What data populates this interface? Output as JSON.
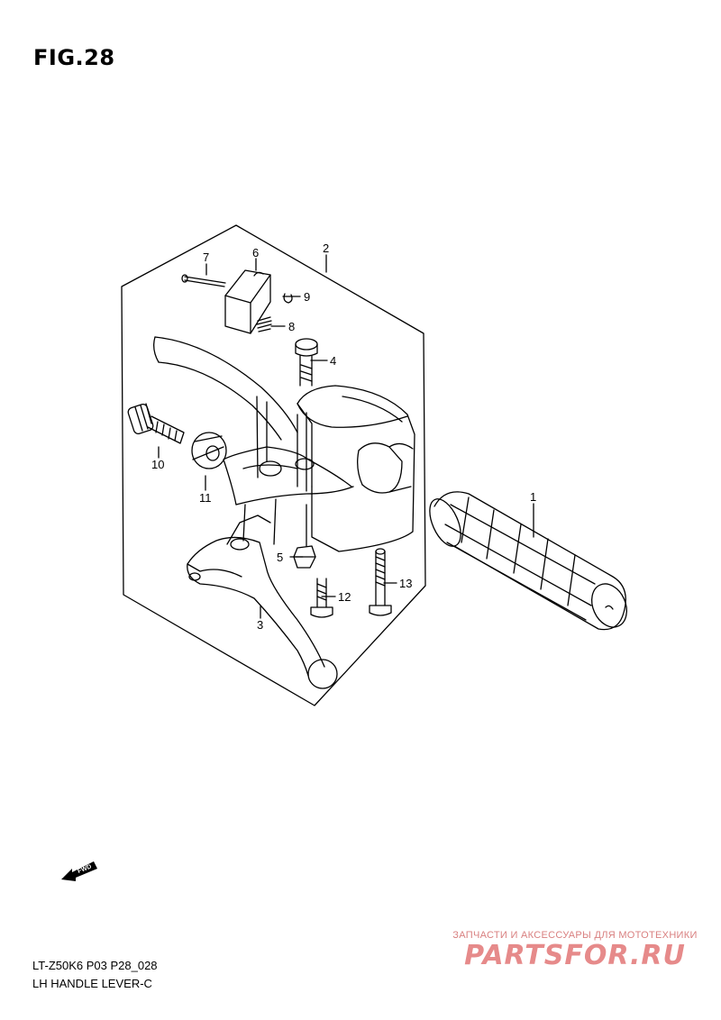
{
  "title": "FIG.28",
  "callouts": {
    "c1": "1",
    "c2": "2",
    "c3": "3",
    "c4": "4",
    "c5": "5",
    "c6": "6",
    "c7": "7",
    "c8": "8",
    "c9": "9",
    "c10": "10",
    "c11": "11",
    "c12": "12",
    "c13": "13"
  },
  "forward_label": "FWD",
  "footer": {
    "model_code": "LT-Z50K6 P03 P28_028",
    "caption": "LH HANDLE LEVER-C"
  },
  "watermark": {
    "tagline": "ЗАПЧАСТИ И АКСЕССУАРЫ ДЛЯ МОТОТЕХНИКИ",
    "logo": "PARTSFOR.RU"
  },
  "colors": {
    "line": "#000000",
    "watermark": "#e68a8a"
  }
}
